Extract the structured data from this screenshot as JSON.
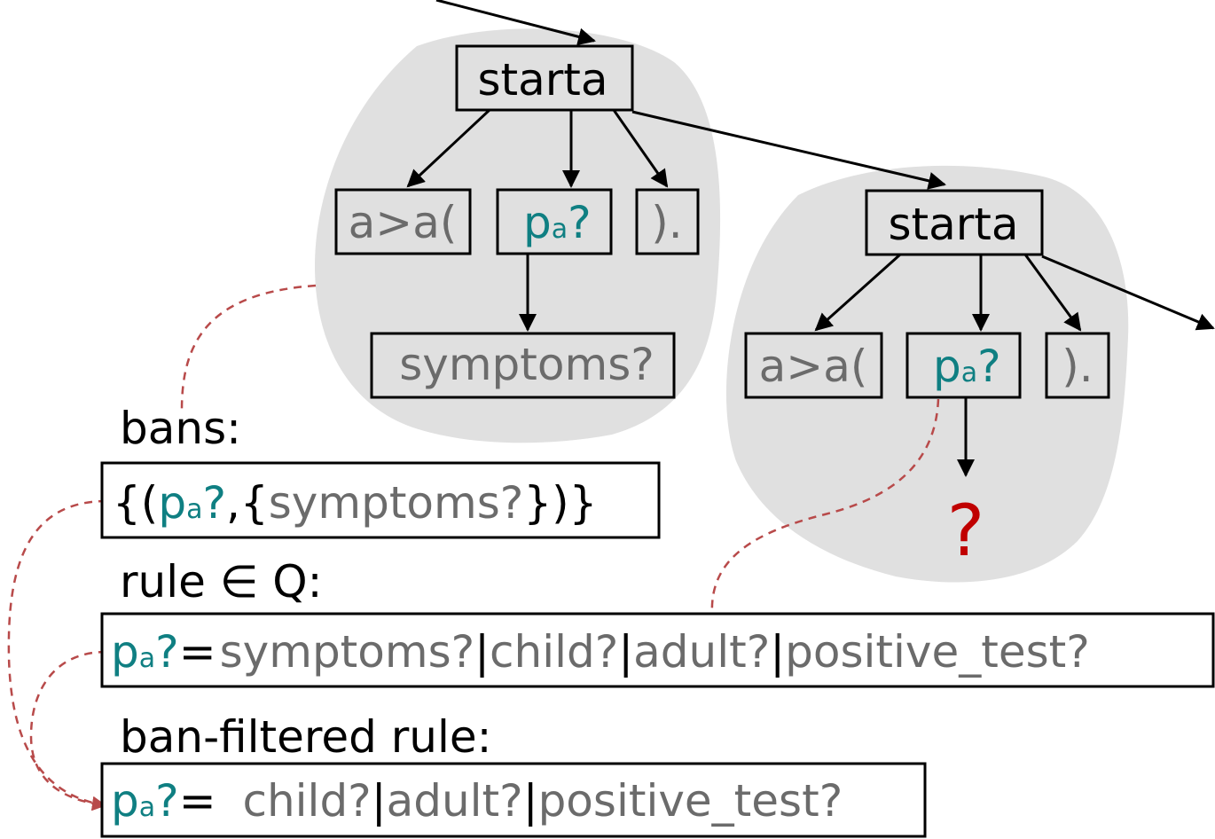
{
  "colors": {
    "blob": "#e0e0e0",
    "teal": "#0f7f82",
    "gray_text": "#6b6b6b",
    "red": "#c00000",
    "dashed": "#b84a4a"
  },
  "tree1": {
    "root": "starta",
    "child1": "a>a(",
    "child2_p": "p",
    "child2_sub": "a",
    "child2_q": "?",
    "child3": ").",
    "grandchild": "symptoms?"
  },
  "tree2": {
    "root": "starta",
    "child1": "a>a(",
    "child2_p": "p",
    "child2_sub": "a",
    "child2_q": "?",
    "child3": ").",
    "unknown": "?"
  },
  "bans": {
    "label": "bans:",
    "open": "{(",
    "p": "p",
    "sub": "a",
    "q": "?",
    "sep": ",{",
    "item": "symptoms?",
    "close": "})}"
  },
  "rule": {
    "label": "rule ∈ Q:",
    "p": "p",
    "sub": "a",
    "q": "?",
    "eq": "=",
    "opt1": "symptoms?",
    "opt2": "child?",
    "opt3": "adult?",
    "opt4": "positive_test?",
    "bar": "|"
  },
  "filtered": {
    "label": "ban-filtered rule:",
    "p": "p",
    "sub": "a",
    "q": "?",
    "eq": "= ",
    "opt1": "child?",
    "opt2": "adult?",
    "opt3": "positive_test?",
    "bar": "|"
  }
}
